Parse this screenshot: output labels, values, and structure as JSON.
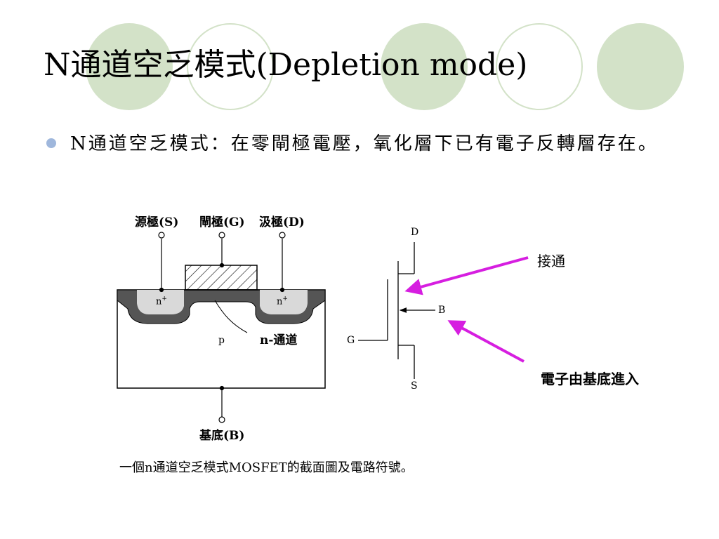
{
  "title": "N通道空乏模式(Depletion mode)",
  "bullet": "N通道空乏模式：在零閘極電壓，氧化層下已有電子反轉層存在。",
  "cross_section": {
    "source_label": "源極(S)",
    "gate_label": "閘極(G)",
    "drain_label": "汲極(D)",
    "n_plus_left": "n",
    "n_plus_right": "n",
    "superscript": "+",
    "p_label": "p",
    "channel_label": "n-通道",
    "substrate_label": "基底(B)"
  },
  "symbol": {
    "d": "D",
    "g": "G",
    "s": "S",
    "b": "B"
  },
  "annotations": {
    "on": "接通",
    "electrons": "電子由基底進入"
  },
  "caption": "一個n通道空乏模式MOSFET的截面圖及電路符號。",
  "colors": {
    "deco_green": "#d3e2c8",
    "bullet_blue": "#9fb7dc",
    "arrow_magenta": "#d61ee0",
    "n_region": "#d9d9d9",
    "channel_dark": "#555555"
  }
}
